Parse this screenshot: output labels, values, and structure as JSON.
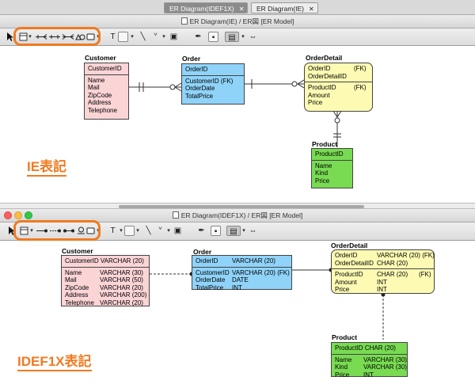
{
  "top": {
    "tabs": [
      {
        "label": "ER Diagram(IDEF1X)",
        "close": "✕",
        "active": true
      },
      {
        "label": "ER Diagram(IE)",
        "close": "✕",
        "active": false
      }
    ],
    "window_title": "ER Diagram(IE) / ER図 [ER Model]",
    "notation_label": "IE表記",
    "entities": {
      "customer": {
        "name": "Customer",
        "key": [
          "CustomerID"
        ],
        "attrs": [
          "Name",
          "Mail",
          "ZipCode",
          "Address",
          "Telephone"
        ]
      },
      "order": {
        "name": "Order",
        "key": [
          "OrderID"
        ],
        "attrs": [
          "CustomerID (FK)",
          "OrderDate",
          "TotalPrice"
        ]
      },
      "orderdetail": {
        "name": "OrderDetail",
        "key": [
          {
            "n": "OrderID",
            "t": "(FK)"
          },
          {
            "n": "OrderDetailID",
            "t": ""
          }
        ],
        "attrs": [
          {
            "n": "ProductID",
            "t": "(FK)"
          },
          {
            "n": "Amount",
            "t": ""
          },
          {
            "n": "Price",
            "t": ""
          }
        ]
      },
      "product": {
        "name": "Product",
        "key": [
          "ProductID"
        ],
        "attrs": [
          "Name",
          "Kind",
          "Price"
        ]
      }
    }
  },
  "bottom": {
    "window_title": "ER Diagram(IDEF1X) / ER図 [ER Model]",
    "notation_label": "IDEF1X表記",
    "entities": {
      "customer": {
        "name": "Customer",
        "key": [
          {
            "n": "CustomerID",
            "t": "VARCHAR (20)"
          }
        ],
        "attrs": [
          {
            "n": "Name",
            "t": "VARCHAR (30)"
          },
          {
            "n": "Mail",
            "t": "VARCHAR (50)"
          },
          {
            "n": "ZipCode",
            "t": "VARCHAR (20)"
          },
          {
            "n": "Address",
            "t": "VARCHAR (200)"
          },
          {
            "n": "Telephone",
            "t": "VARCHAR (20)"
          }
        ]
      },
      "order": {
        "name": "Order",
        "key": [
          {
            "n": "OrderID",
            "t": "VARCHAR (20)"
          }
        ],
        "attrs": [
          {
            "n": "CustomerID",
            "t": "VARCHAR (20) (FK)"
          },
          {
            "n": "OrderDate",
            "t": "DATE"
          },
          {
            "n": "TotalPrice",
            "t": "INT"
          }
        ]
      },
      "orderdetail": {
        "name": "OrderDetail",
        "key": [
          {
            "n": "OrderID",
            "t": "VARCHAR (20) (FK)"
          },
          {
            "n": "OrderDetailID",
            "t": "CHAR (20)"
          }
        ],
        "attrs": [
          {
            "n": "ProductID",
            "t": "CHAR (20)",
            "f": "(FK)"
          },
          {
            "n": "Amount",
            "t": "INT"
          },
          {
            "n": "Price",
            "t": "INT"
          }
        ]
      },
      "product": {
        "name": "Product",
        "key": [
          {
            "n": "ProductID",
            "t": "CHAR (20)"
          }
        ],
        "attrs": [
          {
            "n": "Name",
            "t": "VARCHAR (30)"
          },
          {
            "n": "Kind",
            "t": "VARCHAR (30)"
          },
          {
            "n": "Price",
            "t": "INT"
          }
        ]
      }
    }
  },
  "toolbar": {
    "text_tool": "T",
    "dropdown": "▾",
    "line_tool": "╲",
    "wire_tool": "ᘁ",
    "image_tool": "▣",
    "pin_tool": "✒",
    "frame_tool": "▪",
    "layout_tool": "▤",
    "adjust_tool": "⇔"
  },
  "colors": {
    "accent": "#f07a21",
    "pink": "#fbd4d6",
    "blue": "#8fd3f9",
    "yellow": "#fdfbb3",
    "green": "#78db52"
  }
}
